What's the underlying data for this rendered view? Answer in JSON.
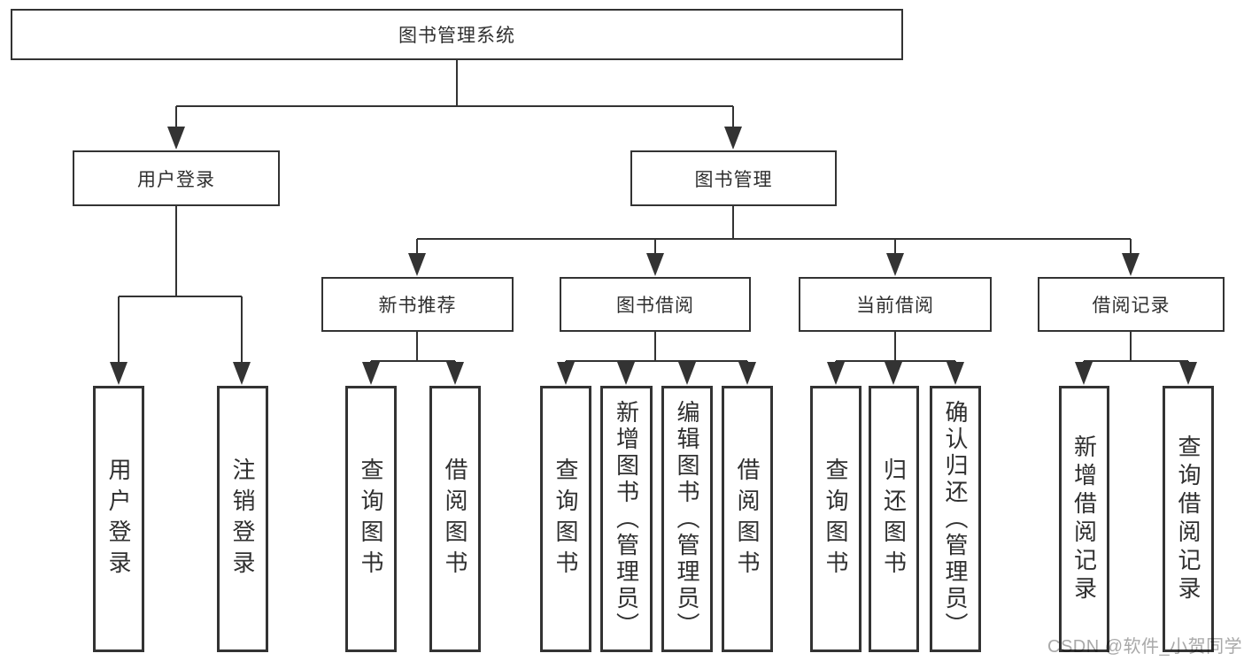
{
  "diagram": {
    "root": {
      "label": "图书管理系统"
    },
    "level2": [
      {
        "label": "用户登录"
      },
      {
        "label": "图书管理"
      }
    ],
    "level3": [
      {
        "label": "新书推荐"
      },
      {
        "label": "图书借阅"
      },
      {
        "label": "当前借阅"
      },
      {
        "label": "借阅记录"
      }
    ],
    "leaves": [
      {
        "label": "用户登录",
        "parent": "用户登录"
      },
      {
        "label": "注销登录",
        "parent": "用户登录"
      },
      {
        "label": "查询图书",
        "parent": "新书推荐"
      },
      {
        "label": "借阅图书",
        "parent": "新书推荐"
      },
      {
        "label": "查询图书",
        "parent": "图书借阅"
      },
      {
        "label": "新增图书（管理员）",
        "parent": "图书借阅"
      },
      {
        "label": "编辑图书（管理员）",
        "parent": "图书借阅"
      },
      {
        "label": "借阅图书",
        "parent": "图书借阅"
      },
      {
        "label": "查询图书",
        "parent": "当前借阅"
      },
      {
        "label": "归还图书",
        "parent": "当前借阅"
      },
      {
        "label": "确认归还（管理员）",
        "parent": "当前借阅"
      },
      {
        "label": "新增借阅记录",
        "parent": "借阅记录"
      },
      {
        "label": "查询借阅记录",
        "parent": "借阅记录"
      }
    ]
  },
  "watermark": "CSDN @软件_小贺同学",
  "colors": {
    "line": "#333333",
    "text": "#2f2f2f",
    "box_background": "#ffffff",
    "watermark_text": "#a9a9a9",
    "background": "#ffffff"
  }
}
